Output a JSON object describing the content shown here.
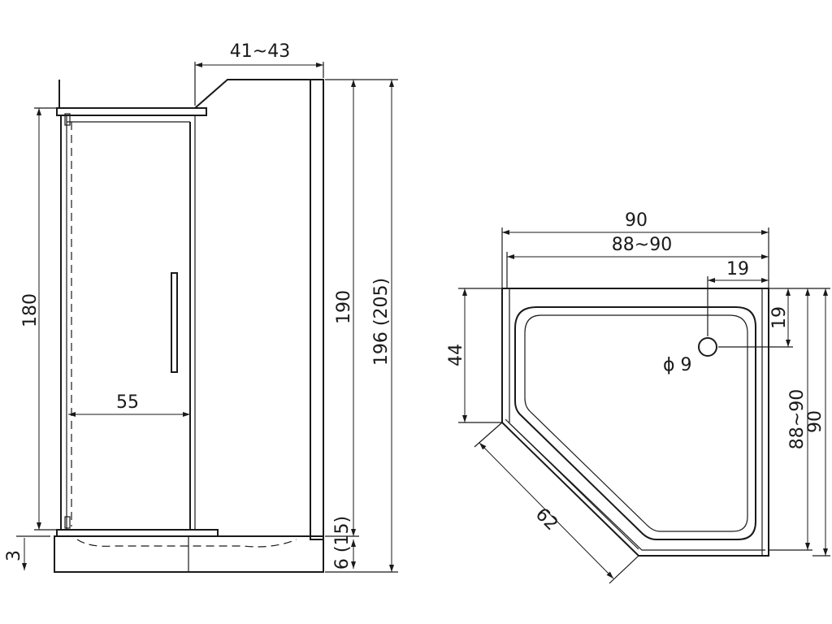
{
  "side_view": {
    "top_width": "41~43",
    "door_height": "180",
    "inner_height": "190",
    "total_height": "196 (205)",
    "door_width": "55",
    "tray_height": "6 (15)",
    "offset": "3"
  },
  "plan_view": {
    "outer_width": "90",
    "inner_width": "88~90",
    "drain_offset_x": "19",
    "drain_offset_y": "19",
    "drain_diameter": "ϕ 9",
    "side_depth": "44",
    "inner_depth": "88~90",
    "outer_depth": "90",
    "diagonal_width": "62"
  },
  "colors": {
    "line": "#1a1a1a",
    "background": "#ffffff"
  }
}
